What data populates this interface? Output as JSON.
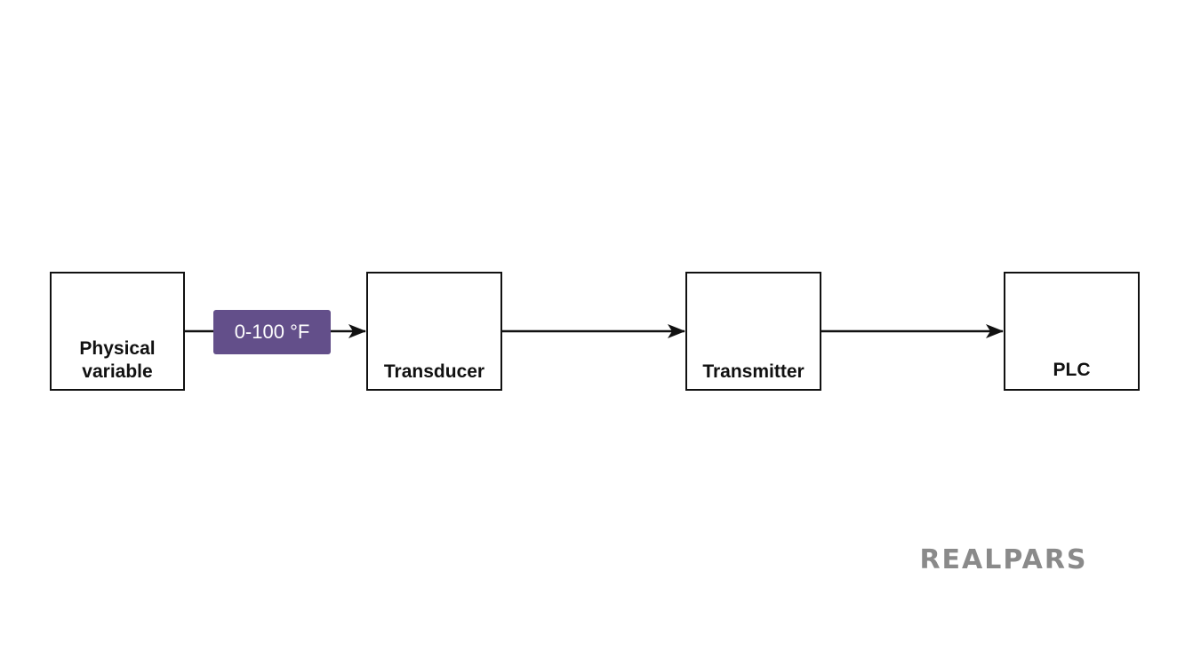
{
  "diagram": {
    "blocks": [
      {
        "id": "physical",
        "label_line1": "Physical",
        "label_line2": "variable"
      },
      {
        "id": "transducer",
        "label": "Transducer"
      },
      {
        "id": "transmitter",
        "label": "Transmitter"
      },
      {
        "id": "plc",
        "label": "PLC"
      }
    ],
    "signal_label": "0-100 °F",
    "colors": {
      "stroke": "#111111",
      "badge": "#634f8a",
      "logo": "#8a8a8a",
      "background": "#ffffff"
    }
  },
  "brand": {
    "logo_text": "REALPARS"
  }
}
